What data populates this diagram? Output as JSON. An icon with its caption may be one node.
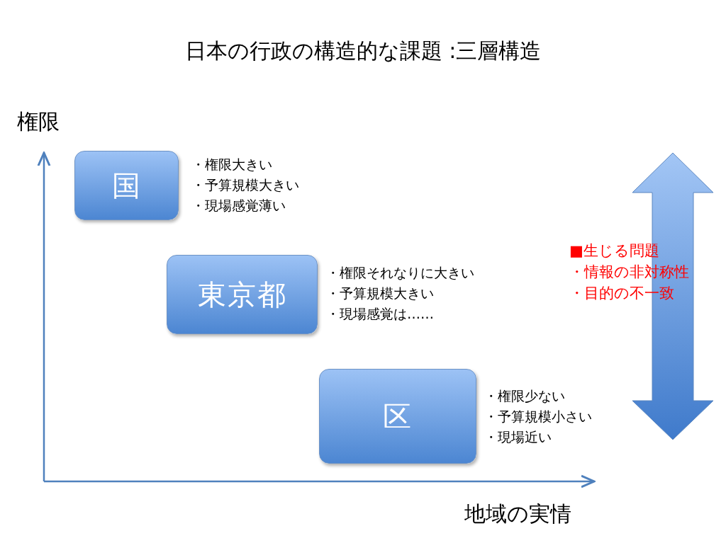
{
  "diagram": {
    "title": "日本の行政の構造的な課題 :三層構造",
    "nodes": [
      {
        "text": [
          "国"
        ],
        "beside": [
          "・権限大きい",
          "・予算規模大きい",
          "・現場感覚薄い"
        ]
      },
      {
        "text": [
          "東京都"
        ],
        "beside": [
          "・権限それなりに大きい",
          "・予算規模大きい",
          "・現場感覚は……"
        ]
      },
      {
        "text": [
          "区"
        ],
        "beside": [
          "・権限少ない",
          "・予算規模小さい",
          "・現場近い"
        ]
      }
    ],
    "edges": [],
    "labels": [
      "権限",
      "■生じる問題",
      "・情報の非対称性",
      "・目的の不一致",
      "地域の実情"
    ]
  }
}
